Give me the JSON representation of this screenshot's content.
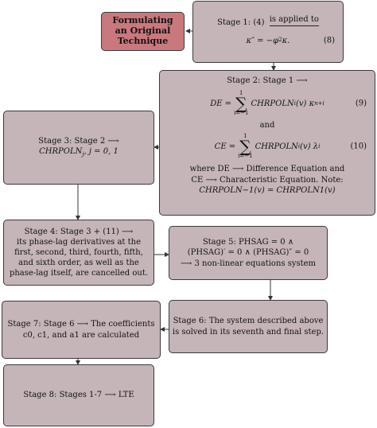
{
  "title": {
    "line1": "Formulating",
    "line2": "an Original",
    "line3": "Technique"
  },
  "stage1": {
    "label": "Stage 1: (4)",
    "applied": "is applied to",
    "lhs": "κ″ = −φ",
    "rhs": " κ.",
    "eqno": "(8)"
  },
  "stage2": {
    "label": "Stage 2: Stage 1 ⟶",
    "de_lhs": "DE =",
    "de_term": "CHRPOLN",
    "de_tail": "(v) κ",
    "de_sub": "n+i",
    "de_eqno": "(9)",
    "sum_top": "1",
    "sum_bot": "i=−1",
    "and": "and",
    "ce_lhs": "CE =",
    "ce_term": "CHRPOLN",
    "ce_tail": "(v) λ",
    "ce_sup": "i",
    "ce_eqno": "(10)",
    "where1": "where DE ⟶ Difference Equation and",
    "where2": "CE ⟶ Characteristic Equation. Note:",
    "note": "CHRPOLN−1(v) = CHRPOLN1(v)"
  },
  "stage3": {
    "label": "Stage 3: Stage 2 ⟶",
    "line2": "CHRPOLN",
    "line2_sub": "j",
    "line2_tail": ", j = 0, 1"
  },
  "stage4": {
    "lines": [
      "Stage 4: Stage 3 + (11) ⟶",
      "its phase-lag derivatives at the",
      "first, second, third, fourth, fifth,",
      "and sixth order, as well as the",
      "phase-lag itself, are cancelled out."
    ]
  },
  "stage5": {
    "lines": [
      "Stage 5: PHSAG = 0 ∧",
      "(PHSAG)′ = 0 ∧ (PHSAG)″ = 0",
      "⟶ 3 non-linear equations system"
    ]
  },
  "stage6": {
    "lines": [
      "Stage 6: The system described above",
      "is solved in its seventh and final step."
    ]
  },
  "stage7": {
    "lines": [
      "Stage 7: Stage 6 ⟶ The coefficients",
      "c0, c1, and a1 are calculated"
    ]
  },
  "stage8": {
    "label": "Stage 8: Stages 1-7 ⟶ LTE"
  }
}
